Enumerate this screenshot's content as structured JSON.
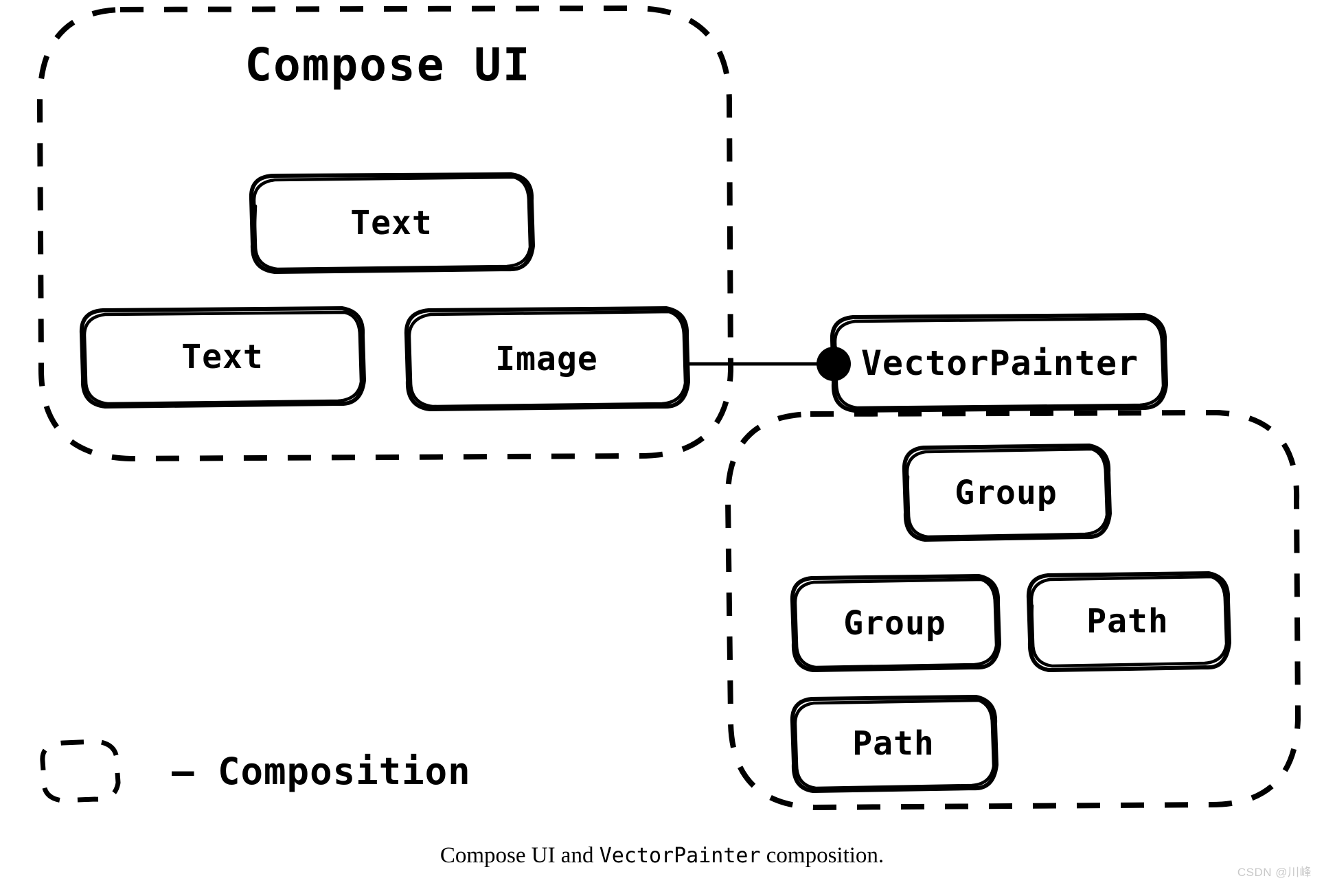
{
  "diagram": {
    "caption_prefix": "Compose UI and ",
    "caption_mono": "VectorPainter",
    "caption_suffix": " composition.",
    "watermark": "CSDN @川峰",
    "stroke_color": "#000000",
    "background_color": "#ffffff"
  },
  "compose_ui": {
    "title": "Compose UI",
    "nodes": {
      "text_top": "Text",
      "text_left": "Text",
      "image": "Image"
    }
  },
  "vector_painter": {
    "title": "VectorPainter",
    "nodes": {
      "group_top": "Group",
      "group_mid": "Group",
      "path_right": "Path",
      "path_bottom": "Path"
    }
  },
  "connection": {
    "from": "Image",
    "to": "VectorPainter",
    "endpoint_marker": "filled-circle"
  },
  "legend": {
    "swatch": "dashed-rounded-square",
    "label": "– Composition"
  }
}
